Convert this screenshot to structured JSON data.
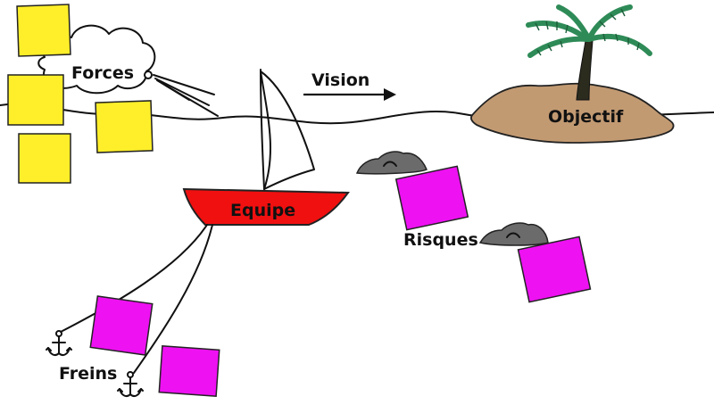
{
  "labels": {
    "forces": "Forces",
    "vision": "Vision",
    "objective": "Objectif",
    "team": "Equipe",
    "risks": "Risques",
    "brakes": "Freins"
  },
  "colors": {
    "sticky_yellow": "#FFEF2A",
    "sticky_magenta": "#EE11F2",
    "boat_hull": "#F01010",
    "island_sand": "#C29A72",
    "rock_grey": "#6B6B6B",
    "palm_leaf": "#2E8B57",
    "palm_trunk": "#2B2B1E"
  },
  "icons": [
    "cloud-icon",
    "wind-icon",
    "sailboat-icon",
    "palm-tree-icon",
    "rock-icon",
    "anchor-icon",
    "arrow-right-icon"
  ]
}
